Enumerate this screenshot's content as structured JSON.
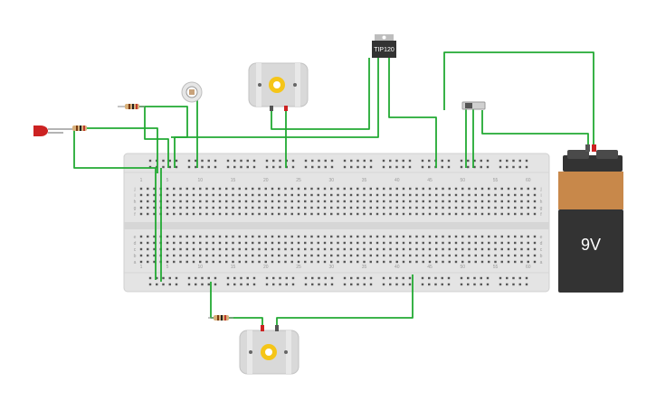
{
  "battery": {
    "voltage_label": "9V",
    "body_color": "#333333",
    "cap_color": "#c8884a"
  },
  "transistor": {
    "label": "TIP120"
  },
  "breadboard": {
    "top_numbers": [
      "1",
      "5",
      "10",
      "15",
      "20",
      "25",
      "30",
      "35",
      "40",
      "45",
      "50",
      "55",
      "60"
    ],
    "bottom_numbers": [
      "1",
      "5",
      "10",
      "15",
      "20",
      "25",
      "30",
      "35",
      "40",
      "45",
      "50",
      "55",
      "60"
    ],
    "row_letters_top": [
      "j",
      "i",
      "h",
      "g",
      "f"
    ],
    "row_letters_bottom": [
      "e",
      "d",
      "c",
      "b",
      "a"
    ]
  },
  "colors": {
    "wire": "#22aa33",
    "led": "#cc2222",
    "motor_body": "#d9d9d9",
    "motor_hub": "#f5c518"
  },
  "components": {
    "led": "led-icon",
    "photoresistor": "photoresistor-icon",
    "motor": "dc-motor-icon",
    "slide_switch": "slide-switch-icon",
    "resistor": "resistor-icon"
  }
}
